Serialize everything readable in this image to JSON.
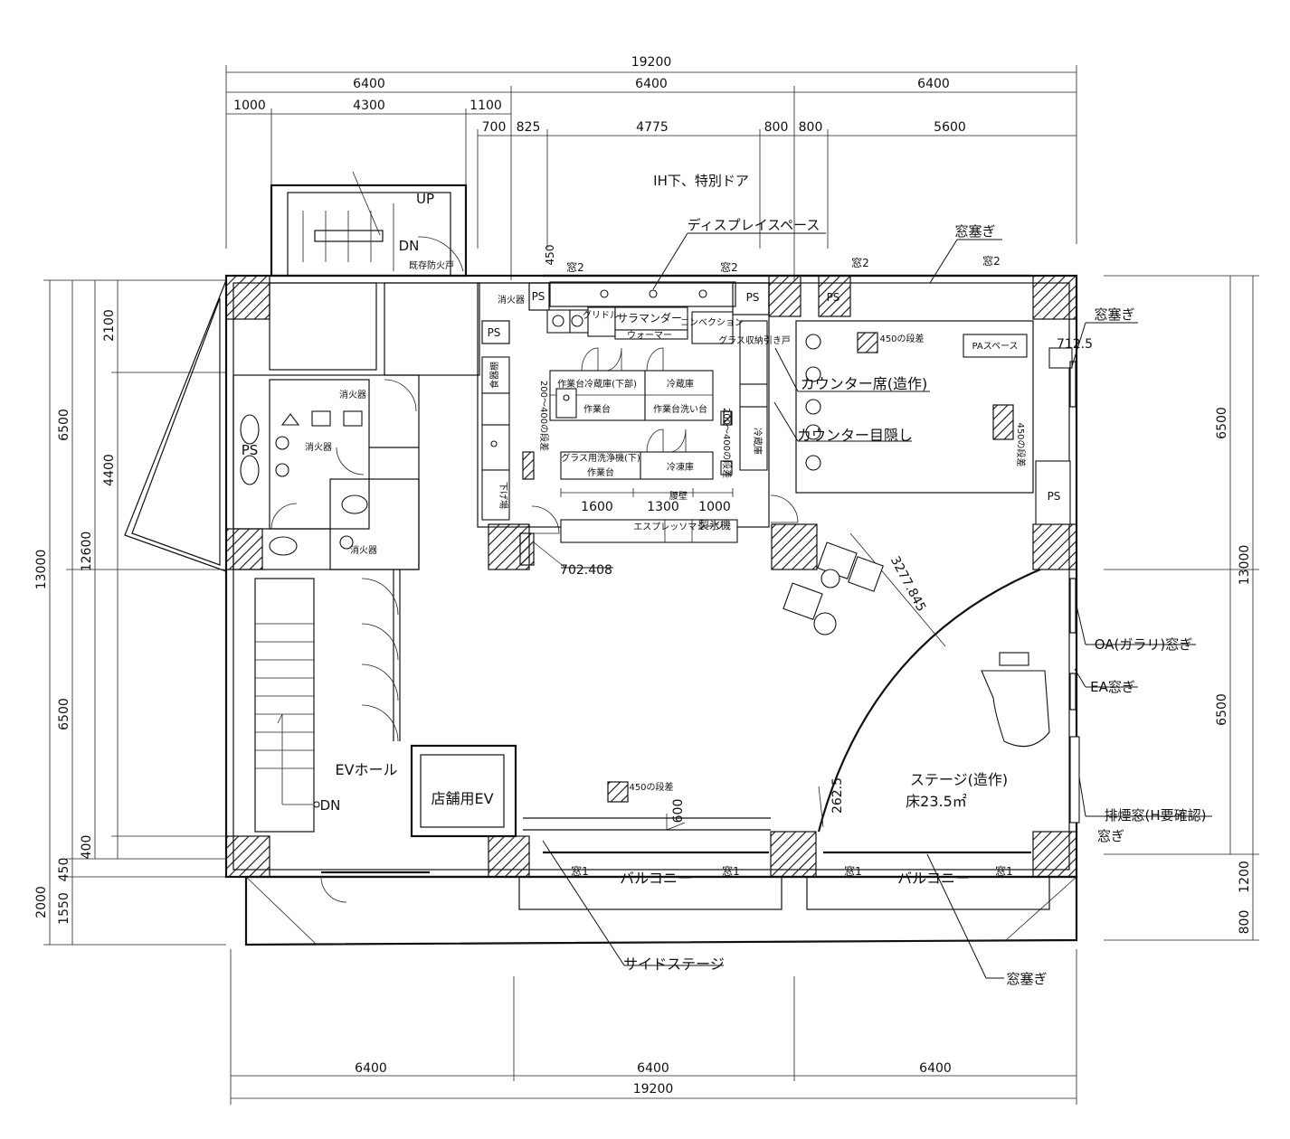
{
  "dimensions": {
    "top_total": "19200",
    "top_row1": [
      "6400",
      "6400",
      "6400"
    ],
    "top_row2": [
      "1000",
      "4300",
      "1100"
    ],
    "top_row3": [
      "700",
      "825",
      "4775",
      "800",
      "800",
      "5600"
    ],
    "bottom_row1": [
      "6400",
      "6400",
      "6400"
    ],
    "bottom_total": "19200",
    "left_outer": [
      "13000",
      "2000"
    ],
    "left_mid": [
      "6500",
      "6500",
      "450",
      "1550"
    ],
    "left_inner": [
      "12600"
    ],
    "left_innermost": [
      "2100",
      "4400",
      "400"
    ],
    "right_outer": [
      "13000",
      "800"
    ],
    "right_inner": [
      "6500",
      "6500",
      "1200"
    ],
    "kitchen_row": [
      "1600",
      "1300",
      "1000"
    ],
    "diag_1": "702.408",
    "diag_2": "3277.845",
    "diag_3": "262.5",
    "diag_4": "712.5",
    "step_600": "600",
    "step_450_v": "450"
  },
  "labels": {
    "ih_door": "IH下、特別ドア",
    "display_space": "ディスプレイスペース",
    "window_seal": "窓塞ぎ",
    "window_2": "窓2",
    "window_1": "窓1",
    "ps": "PS",
    "up": "UP",
    "dn": "DN",
    "fire_door": "既存防火戸",
    "fire_ext_1": "消火器",
    "fire_ext_2": "消火器",
    "fire_ext_3": "消火器",
    "fire_ext_4": "消火器",
    "griddle": "グリドル",
    "salamander": "サラマンダー",
    "warmer": "ウォーマー",
    "convection": "コンベクション",
    "glass_storage": "グラス収納引き戸",
    "dish_rack": "食器棚",
    "fridge_table": "作業台冷蔵庫(下部)",
    "fridge": "冷蔵庫",
    "worktable": "作業台",
    "worktable_sink": "作業台洗い台",
    "step_200_400_a": "200〜400の段差",
    "step_200_400_b": "200〜400の段差",
    "cold_storage": "冷蔵庫",
    "dishwasher": "グラス用洗浄機(下)",
    "worktable_2": "作業台",
    "freezer": "冷凍庫",
    "waist_wall": "腰壁",
    "downsink": "下げ場",
    "espresso": "エスプレッソマシーン",
    "ice_machine": "製氷機",
    "step_450_a": "450の段差",
    "step_450_b": "450の段差",
    "step_450_c": "450の段差",
    "pa_space": "PAスペース",
    "counter_seats": "カウンター席(造作)",
    "counter_screen": "カウンター目隠し",
    "oa_window": "OA(ガラリ)窓ぎ",
    "ea_window": "EA窓ぎ",
    "smoke_window_1": "排煙窓(H要確認)",
    "smoke_window_2": "窓ぎ",
    "stage": "ステージ(造作)",
    "stage_area": "床23.5㎡",
    "ev_hall": "EVホール",
    "shop_ev": "店舗用EV",
    "balcony": "バルコニー",
    "side_stage": "サイドステージ"
  }
}
